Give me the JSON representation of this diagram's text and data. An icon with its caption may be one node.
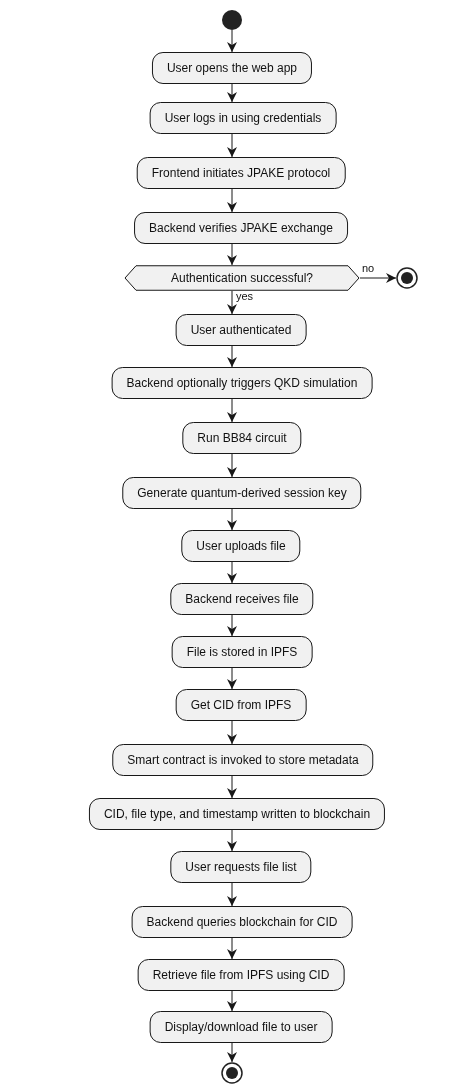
{
  "diagram": {
    "nodes": [
      {
        "text": [],
        "shape": "circle"
      },
      {
        "text": [
          "User opens the web app"
        ]
      },
      {
        "text": [
          "User logs in using credentials"
        ]
      },
      {
        "text": [
          "Frontend initiates JPAKE protocol"
        ]
      },
      {
        "text": [
          "Backend verifies JPAKE exchange"
        ]
      },
      {
        "text": [
          "Authentication successful?"
        ]
      },
      {
        "text": [],
        "shape": "circle"
      },
      {
        "text": [
          "User authenticated"
        ]
      },
      {
        "text": [
          "Backend optionally triggers QKD simulation"
        ]
      },
      {
        "text": [
          "Run BB84 circuit"
        ]
      },
      {
        "text": [
          "Generate quantum-derived session key"
        ]
      },
      {
        "text": [
          "User uploads file"
        ]
      },
      {
        "text": [
          "Backend receives file"
        ]
      },
      {
        "text": [
          "File is stored in IPFS"
        ]
      },
      {
        "text": [
          "Get CID from IPFS"
        ]
      },
      {
        "text": [
          "Smart contract is invoked to store metadata"
        ]
      },
      {
        "text": [
          "CID, file type, and timestamp written to blockchain"
        ]
      },
      {
        "text": [
          "User requests file list"
        ]
      },
      {
        "text": [
          "Backend queries blockchain for CID"
        ]
      },
      {
        "text": [
          "Retrieve file from IPFS using CID"
        ]
      },
      {
        "text": [
          "Display/download file to user"
        ]
      },
      {
        "text": [],
        "shape": "circle"
      }
    ],
    "edges": [
      {
        "from": 0,
        "to": 1,
        "arrow": "to"
      },
      {
        "from": 1,
        "to": 2,
        "arrow": "to"
      },
      {
        "from": 2,
        "to": 3,
        "arrow": "to"
      },
      {
        "from": 3,
        "to": 4,
        "arrow": "to"
      },
      {
        "from": 4,
        "to": 5,
        "arrow": "to"
      },
      {
        "from": 5,
        "to": 6,
        "arrow": "to",
        "label": "no"
      },
      {
        "from": 5,
        "to": 7,
        "arrow": "to",
        "label": "yes"
      },
      {
        "from": 7,
        "to": 8,
        "arrow": "to"
      },
      {
        "from": 8,
        "to": 9,
        "arrow": "to"
      },
      {
        "from": 9,
        "to": 10,
        "arrow": "to"
      },
      {
        "from": 10,
        "to": 11,
        "arrow": "to"
      },
      {
        "from": 11,
        "to": 12,
        "arrow": "to"
      },
      {
        "from": 12,
        "to": 13,
        "arrow": "to"
      },
      {
        "from": 13,
        "to": 14,
        "arrow": "to"
      },
      {
        "from": 14,
        "to": 15,
        "arrow": "to"
      },
      {
        "from": 15,
        "to": 16,
        "arrow": "to"
      },
      {
        "from": 16,
        "to": 17,
        "arrow": "to"
      },
      {
        "from": 17,
        "to": 18,
        "arrow": "to"
      },
      {
        "from": 18,
        "to": 19,
        "arrow": "to"
      },
      {
        "from": 19,
        "to": 20,
        "arrow": "to"
      },
      {
        "from": 20,
        "to": 21,
        "arrow": "to"
      }
    ]
  }
}
